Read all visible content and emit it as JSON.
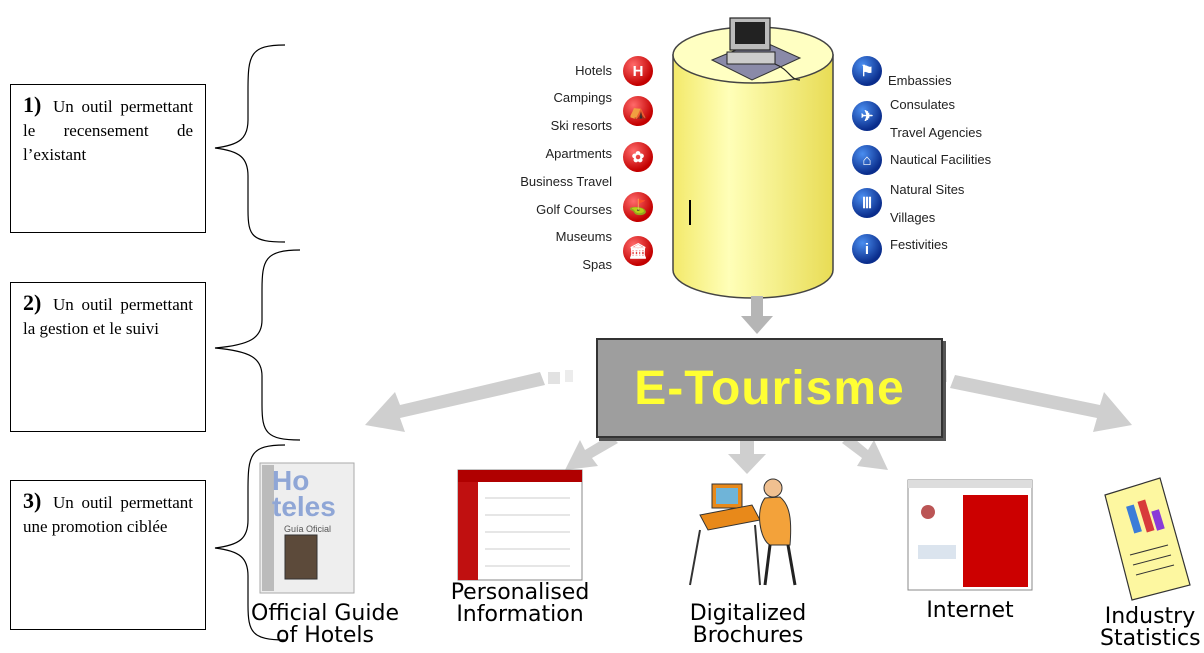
{
  "notes": [
    {
      "number": "1)",
      "text": "Un outil permettant le recensement de l’existant"
    },
    {
      "number": "2)",
      "text": "Un outil permettant la gestion et le suivi"
    },
    {
      "number": "3)",
      "text": "Un outil permettant une promotion ciblée"
    }
  ],
  "left_list": [
    {
      "label": "Hotels",
      "icon": "H"
    },
    {
      "label": "Campings",
      "icon": "⛺"
    },
    {
      "label": "Ski resorts",
      "icon": "⛷"
    },
    {
      "label": "Apartments",
      "icon": "✿"
    },
    {
      "label": "Business Travel",
      "icon": ""
    },
    {
      "label": "Golf Courses",
      "icon": "⛳"
    },
    {
      "label": "Museums",
      "icon": "🏛"
    },
    {
      "label": "Spas",
      "icon": "♨"
    }
  ],
  "right_list": [
    {
      "label": "Embassies",
      "icon": "⚑"
    },
    {
      "label": "Consulates",
      "icon": "✈"
    },
    {
      "label": "Travel Agencies",
      "icon": ""
    },
    {
      "label": "Nautical Facilities",
      "icon": "⌂"
    },
    {
      "label": "Natural Sites",
      "icon": "Ⅲ"
    },
    {
      "label": "Villages",
      "icon": ""
    },
    {
      "label": "Festivities",
      "icon": "i"
    }
  ],
  "banner": {
    "title": "E-Tourisme"
  },
  "outputs": [
    {
      "line1": "Official Guide",
      "line2": "of Hotels"
    },
    {
      "line1": "Personalised",
      "line2": "Information"
    },
    {
      "line1": "Digitalized",
      "line2": "Brochures"
    },
    {
      "line1": "Internet",
      "line2": ""
    },
    {
      "line1": "Industry",
      "line2": "Statistics"
    }
  ],
  "cover_text": {
    "big": "Ho teles",
    "small": "Guía Oficial"
  },
  "colors": {
    "banner_bg": "#9e9e9e",
    "banner_text": "#ffff33",
    "cylinder": "#ffffaa",
    "arrow": "#c8c8c8"
  }
}
